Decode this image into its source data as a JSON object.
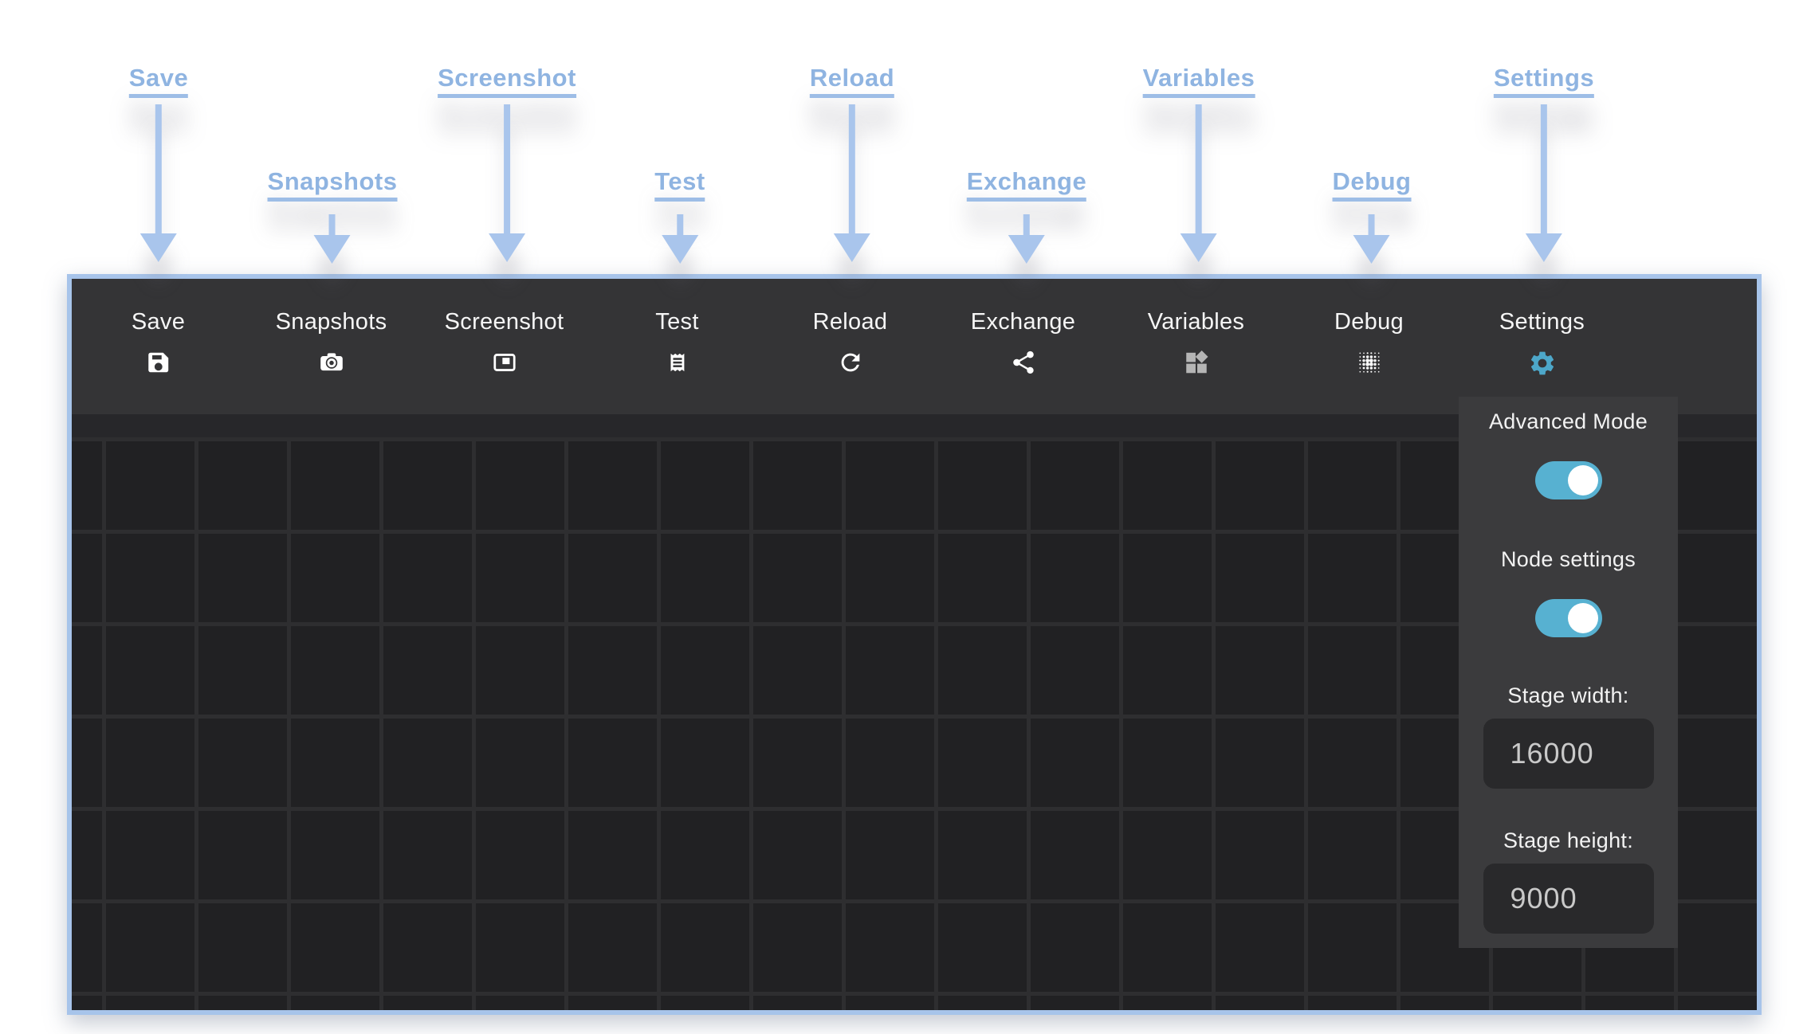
{
  "callouts": {
    "items": [
      {
        "label": "Save",
        "row": 1
      },
      {
        "label": "Snapshots",
        "row": 2
      },
      {
        "label": "Screenshot",
        "row": 1
      },
      {
        "label": "Test",
        "row": 2
      },
      {
        "label": "Reload",
        "row": 1
      },
      {
        "label": "Exchange",
        "row": 2
      },
      {
        "label": "Variables",
        "row": 1
      },
      {
        "label": "Debug",
        "row": 2
      },
      {
        "label": "Settings",
        "row": 1
      }
    ]
  },
  "toolbar": {
    "items": [
      {
        "label": "Save",
        "icon": "save-icon"
      },
      {
        "label": "Snapshots",
        "icon": "camera-icon"
      },
      {
        "label": "Screenshot",
        "icon": "screenshot-icon"
      },
      {
        "label": "Test",
        "icon": "receipt-icon"
      },
      {
        "label": "Reload",
        "icon": "reload-icon"
      },
      {
        "label": "Exchange",
        "icon": "share-icon"
      },
      {
        "label": "Variables",
        "icon": "shapes-icon"
      },
      {
        "label": "Debug",
        "icon": "dots-grid-icon"
      },
      {
        "label": "Settings",
        "icon": "gear-icon"
      }
    ]
  },
  "settings_panel": {
    "advanced_mode_label": "Advanced Mode",
    "advanced_mode_state": "on",
    "node_settings_label": "Node settings",
    "node_settings_state": "on",
    "stage_width_label": "Stage width:",
    "stage_width_value": "16000",
    "stage_height_label": "Stage height:",
    "stage_height_value": "9000"
  },
  "colors": {
    "accent_teal": "#57b1d1",
    "gear_teal": "#4da7c9",
    "frame_border_blue": "#a7c4ea",
    "callout_text_blue": "#8fb4e1",
    "arrow_blue": "#a9c5ec",
    "toolbar_bg": "#343436",
    "panel_bg": "#3b3b3d",
    "stage_bg": "#212123",
    "grid_line": "#2e2e30",
    "input_bg": "#29292b"
  }
}
